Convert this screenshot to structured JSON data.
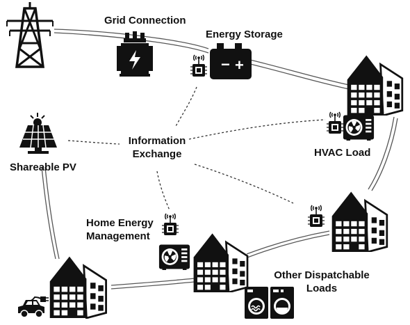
{
  "labels": {
    "grid_connection": "Grid Connection",
    "energy_storage": "Energy Storage",
    "information_exchange_line1": "Information",
    "information_exchange_line2": "Exchange",
    "shareable_pv": "Shareable PV",
    "hvac_load": "HVAC Load",
    "home_energy_management_line1": "Home Energy",
    "home_energy_management_line2": "Management",
    "other_dispatchable_loads_line1": "Other Dispatchable",
    "other_dispatchable_loads_line2": "Loads"
  },
  "battery": {
    "minus": "−",
    "plus": "+"
  },
  "icons": {
    "tower": "power-tower-icon",
    "transformer": "transformer-icon",
    "battery": "battery-icon",
    "solar_panel": "solar-panel-icon",
    "building": "building-icon",
    "hvac": "hvac-unit-icon",
    "controller": "smart-controller-icon",
    "washer": "washing-machine-icon",
    "dryer": "dryer-icon",
    "ev": "electric-car-icon"
  },
  "colors": {
    "ink": "#111111",
    "line": "#555555",
    "background": "#ffffff"
  }
}
